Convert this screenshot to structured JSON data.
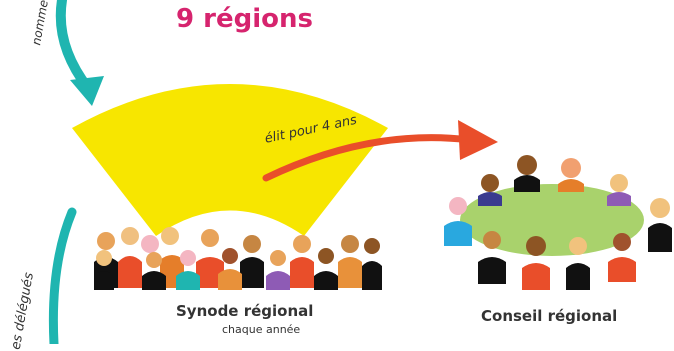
{
  "title": "9 régions",
  "synode": {
    "label": "Synode régional",
    "sublabel": "chaque année"
  },
  "conseil": {
    "label": "Conseil régional"
  },
  "arrows": {
    "elit": "élit pour 4 ans",
    "nomme": "nomme s",
    "delegues": "es délégués"
  },
  "colors": {
    "title": "#d6246e",
    "fan": "#f7e600",
    "table": "#a9d26c",
    "elit_arrow": "#e94e2a",
    "teal_arrow": "#1fb5b0"
  }
}
